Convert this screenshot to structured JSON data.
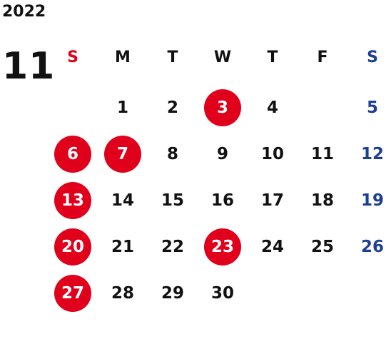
{
  "calendar": {
    "year": "2022",
    "month": "11",
    "weekdays": [
      "S",
      "M",
      "T",
      "W",
      "T",
      "F",
      "S"
    ],
    "days": [
      {
        "label": "1",
        "row": 0,
        "col": 1,
        "highlight": false
      },
      {
        "label": "2",
        "row": 0,
        "col": 2,
        "highlight": false
      },
      {
        "label": "3",
        "row": 0,
        "col": 3,
        "highlight": true
      },
      {
        "label": "4",
        "row": 0,
        "col": 4,
        "highlight": false
      },
      {
        "label": "5",
        "row": 0,
        "col": 6,
        "highlight": false
      },
      {
        "label": "6",
        "row": 1,
        "col": 0,
        "highlight": true
      },
      {
        "label": "7",
        "row": 1,
        "col": 1,
        "highlight": true
      },
      {
        "label": "8",
        "row": 1,
        "col": 2,
        "highlight": false
      },
      {
        "label": "9",
        "row": 1,
        "col": 3,
        "highlight": false
      },
      {
        "label": "10",
        "row": 1,
        "col": 4,
        "highlight": false
      },
      {
        "label": "11",
        "row": 1,
        "col": 5,
        "highlight": false
      },
      {
        "label": "12",
        "row": 1,
        "col": 6,
        "highlight": false
      },
      {
        "label": "13",
        "row": 2,
        "col": 0,
        "highlight": true
      },
      {
        "label": "14",
        "row": 2,
        "col": 1,
        "highlight": false
      },
      {
        "label": "15",
        "row": 2,
        "col": 2,
        "highlight": false
      },
      {
        "label": "16",
        "row": 2,
        "col": 3,
        "highlight": false
      },
      {
        "label": "17",
        "row": 2,
        "col": 4,
        "highlight": false
      },
      {
        "label": "18",
        "row": 2,
        "col": 5,
        "highlight": false
      },
      {
        "label": "19",
        "row": 2,
        "col": 6,
        "highlight": false
      },
      {
        "label": "20",
        "row": 3,
        "col": 0,
        "highlight": true
      },
      {
        "label": "21",
        "row": 3,
        "col": 1,
        "highlight": false
      },
      {
        "label": "22",
        "row": 3,
        "col": 2,
        "highlight": false
      },
      {
        "label": "23",
        "row": 3,
        "col": 3,
        "highlight": true
      },
      {
        "label": "24",
        "row": 3,
        "col": 4,
        "highlight": false
      },
      {
        "label": "25",
        "row": 3,
        "col": 5,
        "highlight": false
      },
      {
        "label": "26",
        "row": 3,
        "col": 6,
        "highlight": false
      },
      {
        "label": "27",
        "row": 4,
        "col": 0,
        "highlight": true
      },
      {
        "label": "28",
        "row": 4,
        "col": 1,
        "highlight": false
      },
      {
        "label": "29",
        "row": 4,
        "col": 2,
        "highlight": false
      },
      {
        "label": "30",
        "row": 4,
        "col": 3,
        "highlight": false
      }
    ]
  },
  "colors": {
    "holiday_circle": "#e0001b",
    "sunday_text": "#e0001b",
    "saturday_text": "#1c3f94",
    "default_text": "#111111"
  }
}
